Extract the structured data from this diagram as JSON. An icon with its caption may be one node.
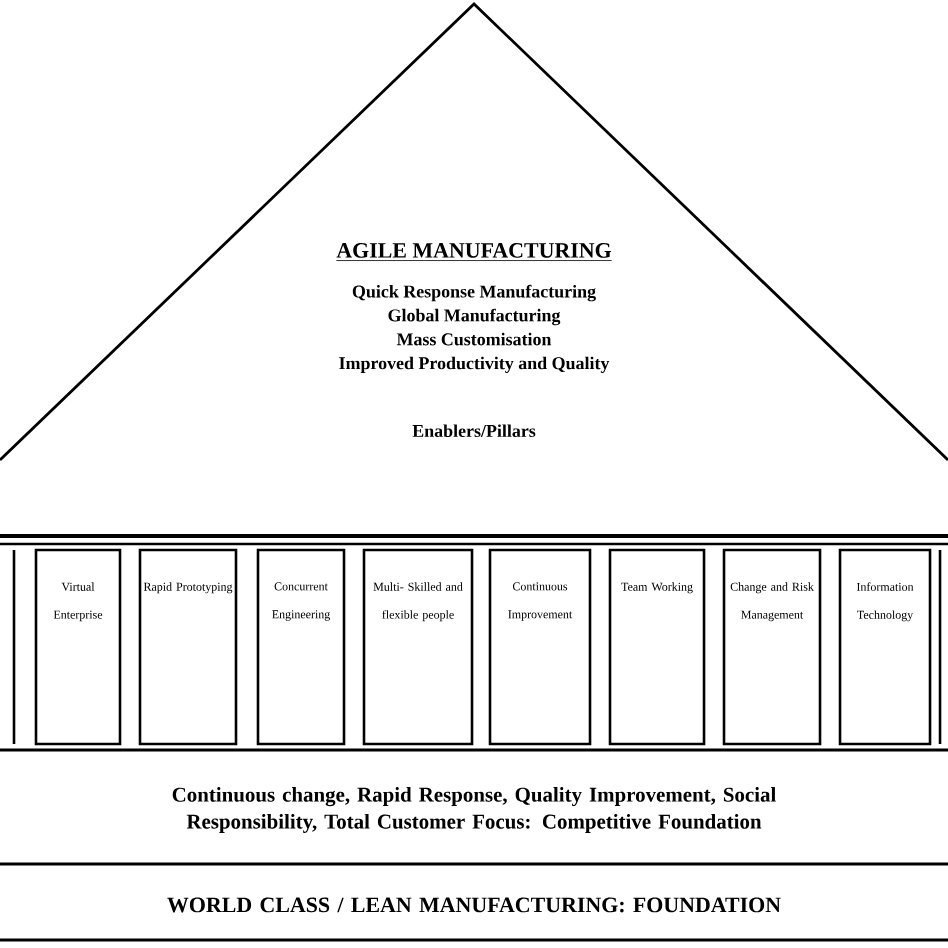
{
  "diagram": {
    "nodes": [
      {
        "text": [
          "AGILE MANUFACTURING",
          "Quick Response Manufacturing",
          "Global Manufacturing",
          "Mass Customisation",
          "Improved Productivity and Quality",
          "Enablers/Pillars"
        ]
      },
      {
        "text": [
          "Virtual Enterprise"
        ]
      },
      {
        "text": [
          "Rapid Prototyping"
        ]
      },
      {
        "text": [
          "Concurrent Engineering"
        ]
      },
      {
        "text": [
          "Multi- Skilled and flexible people"
        ]
      },
      {
        "text": [
          "Continuous Improvement"
        ]
      },
      {
        "text": [
          "Team Working"
        ]
      },
      {
        "text": [
          "Change and Risk Management"
        ]
      },
      {
        "text": [
          "Information Technology"
        ]
      },
      {
        "text": [
          "Continuous change, Rapid Response, Quality Improvement, Social Responsibility, Total Customer Focus: Competitive Foundation"
        ]
      },
      {
        "text": [
          "WORLD CLASS / LEAN MANUFACTURING: FOUNDATION"
        ]
      }
    ]
  }
}
